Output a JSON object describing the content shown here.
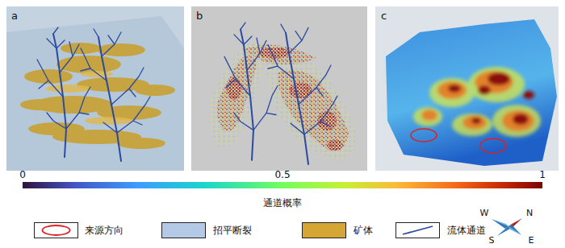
{
  "diagram": {
    "labels": [
      "a",
      "b",
      "c",
      "0",
      "0.5",
      "1",
      "通道概率",
      "W",
      "N",
      "S",
      "E"
    ],
    "legend": [
      {
        "text": "来源方向"
      },
      {
        "text": "招平断裂",
        "color": "#b3c9e6"
      },
      {
        "text": "矿体",
        "color": "#d6a634"
      },
      {
        "text": "流体通道"
      }
    ]
  }
}
